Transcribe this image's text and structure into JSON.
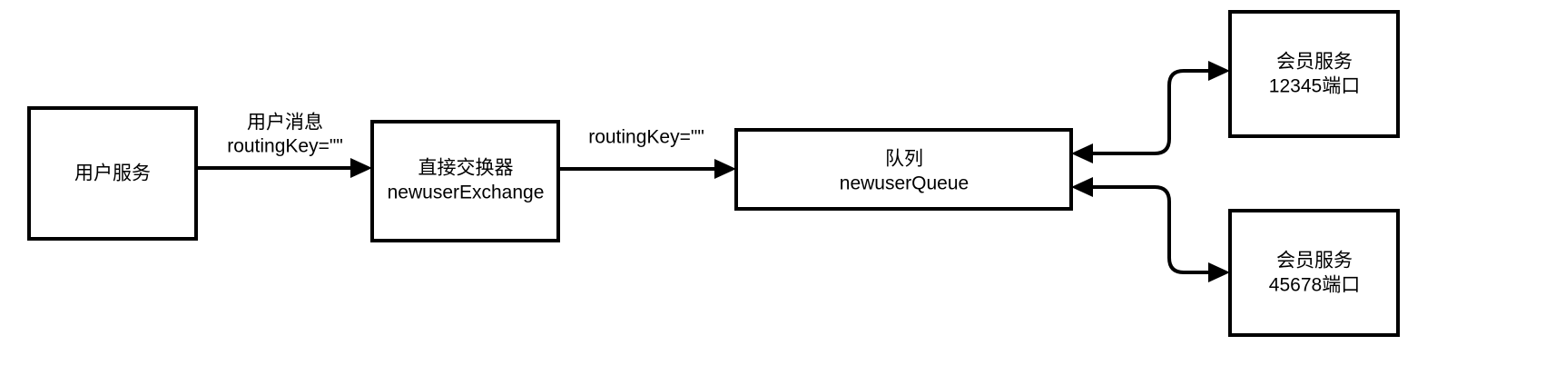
{
  "diagram": {
    "type": "flowchart",
    "title": "RabbitMQ direct exchange fanout to member services",
    "background_color": "#ffffff",
    "stroke_color": "#000000",
    "text_color": "#000000",
    "nodes": [
      {
        "id": "user-service",
        "name": "user-service-node",
        "line1": "用户服务",
        "line2": "",
        "shape": "rectangle"
      },
      {
        "id": "exchange",
        "name": "direct-exchange-node",
        "line1": "直接交换器",
        "line2": "newuserExchange",
        "shape": "rectangle"
      },
      {
        "id": "queue",
        "name": "queue-node",
        "line1": "队列",
        "line2": "newuserQueue",
        "shape": "rectangle"
      },
      {
        "id": "member-service-12345",
        "name": "member-service-12345-node",
        "line1": "会员服务",
        "line2": "12345端口",
        "shape": "rectangle"
      },
      {
        "id": "member-service-45678",
        "name": "member-service-45678-node",
        "line1": "会员服务",
        "line2": "45678端口",
        "shape": "rectangle"
      }
    ],
    "edges": [
      {
        "id": "user-to-exchange",
        "name": "edge-user-to-exchange",
        "from": "user-service",
        "to": "exchange",
        "label_line1": "用户消息",
        "label_line2": "routingKey=\"\"",
        "direction": "forward"
      },
      {
        "id": "exchange-to-queue",
        "name": "edge-exchange-to-queue",
        "from": "exchange",
        "to": "queue",
        "label_line1": "routingKey=\"\"",
        "label_line2": "",
        "direction": "forward"
      },
      {
        "id": "queue-to-member-12345",
        "name": "edge-queue-member-12345",
        "from": "queue",
        "to": "member-service-12345",
        "label_line1": "",
        "label_line2": "",
        "direction": "bidirectional"
      },
      {
        "id": "queue-to-member-45678",
        "name": "edge-queue-member-45678",
        "from": "queue",
        "to": "member-service-45678",
        "label_line1": "",
        "label_line2": "",
        "direction": "bidirectional"
      }
    ]
  }
}
